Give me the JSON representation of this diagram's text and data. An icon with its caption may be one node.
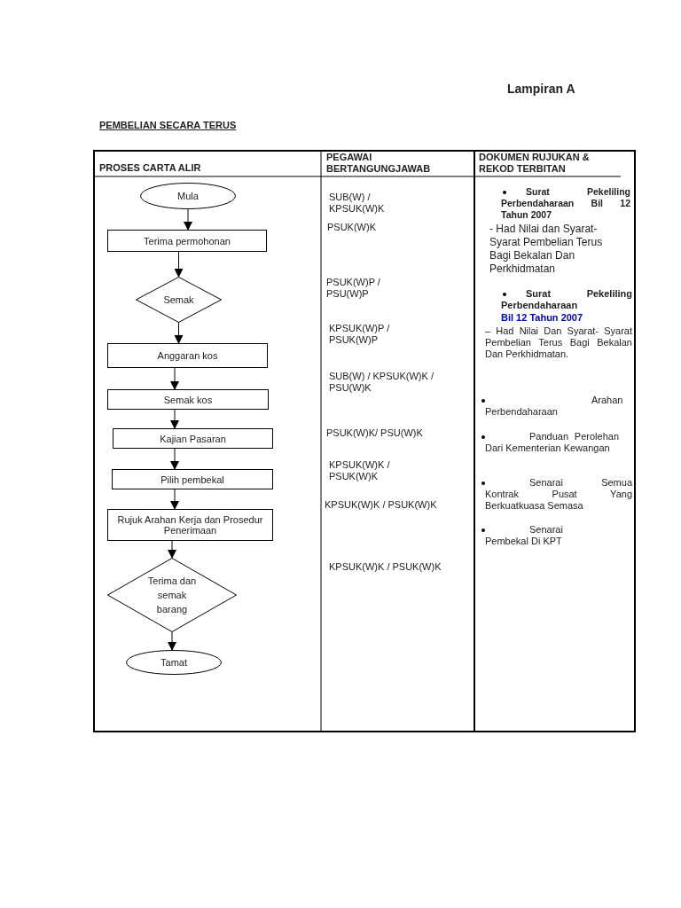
{
  "diagram": {
    "nodes": [
      {
        "text": [
          "Mula"
        ]
      },
      {
        "text": [
          "Terima permohonan"
        ]
      },
      {
        "text": [
          "Semak"
        ]
      },
      {
        "text": [
          "Anggaran kos"
        ]
      },
      {
        "text": [
          "Semak kos"
        ]
      },
      {
        "text": [
          "Kajian Pasaran"
        ]
      },
      {
        "text": [
          "Pilih pembekal"
        ]
      },
      {
        "text": [
          "Rujuk Arahan Kerja dan Prosedur Penerimaan"
        ]
      },
      {
        "text": [
          "Terima dan semak barang"
        ]
      },
      {
        "text": [
          "Tamat"
        ]
      }
    ],
    "edges": [
      {
        "from": 0,
        "to": 1,
        "arrow": "to"
      },
      {
        "from": 1,
        "to": 2,
        "arrow": "to"
      },
      {
        "from": 2,
        "to": 3,
        "arrow": "to"
      },
      {
        "from": 3,
        "to": 4,
        "arrow": "to"
      },
      {
        "from": 4,
        "to": 5,
        "arrow": "to"
      },
      {
        "from": 5,
        "to": 6,
        "arrow": "to"
      },
      {
        "from": 6,
        "to": 7,
        "arrow": "to"
      },
      {
        "from": 7,
        "to": 8,
        "arrow": "to"
      },
      {
        "from": 8,
        "to": 9,
        "arrow": "to"
      }
    ],
    "labels": [
      "Lampiran A",
      "PEMBELIAN SECARA TERUS",
      "PROSES CARTA ALIR",
      "PEGAWAI BERTANGUNGJAWAB",
      "DOKUMEN RUJUKAN & REKOD TERBITAN",
      "SUB(W) / KPSUK(W)K",
      "PSUK(W)K",
      "PSUK(W)P / PSU(W)P",
      "KPSUK(W)P / PSUK(W)P",
      "SUB(W) / KPSUK(W)K / PSU(W)K",
      "PSUK(W)K/ PSU(W)K",
      "KPSUK(W)K / PSUK(W)K",
      "KPSUK(W)K / PSUK(W)K",
      "KPSUK(W)K / PSUK(W)K",
      "Surat Pekeliling Perbendaharaan Bil 12 Tahun 2007",
      "- Had Nilai dan Syarat- Syarat Pembelian Terus Bagi Bekalan Dan Perkhidmatan",
      "Surat Pekeliling Perbendaharaan",
      "Bil 12 Tahun 2007",
      "– Had Nilai Dan Syarat- Syarat Pembelian Terus Bagi Bekalan Dan Perkhidmatan.",
      "Arahan Perbendaharaan",
      "Panduan Perolehan Dari Kementerian Kewangan",
      "Senarai Semua Kontrak Pusat Yang Berkuatkuasa Semasa",
      "Senarai Pembekal Di KPT"
    ]
  }
}
